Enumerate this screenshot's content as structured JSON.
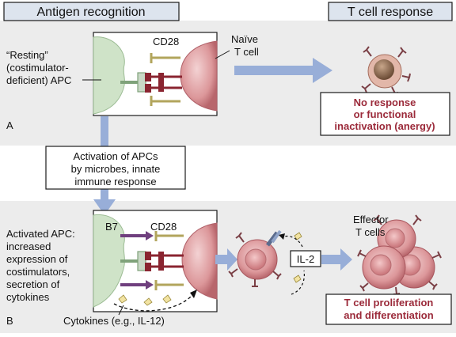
{
  "headers": {
    "left": "Antigen recognition",
    "right": "T cell response"
  },
  "panel_a": {
    "letter": "A",
    "apc_label": [
      "“Resting”",
      "(costimulator-",
      "deficient) APC"
    ],
    "cd28_label": "CD28",
    "tcell_label": [
      "Naïve",
      "T cell"
    ],
    "outcome": [
      "No response",
      "or functional",
      "inactivation (anergy)"
    ]
  },
  "activation_box": [
    "Activation of APCs",
    "by microbes, innate",
    "immune response"
  ],
  "panel_b": {
    "letter": "B",
    "b7_label": "B7",
    "cd28_label": "CD28",
    "apc_label": [
      "Activated APC:",
      "increased",
      "expression of",
      "costimulators,",
      "secretion of",
      "cytokines"
    ],
    "cytokines_label": "Cytokines (e.g., IL-12)",
    "il2_label": "IL-2",
    "effector_label": [
      "Effector",
      "T cells"
    ],
    "outcome": [
      "T cell proliferation",
      "and differentiation"
    ]
  },
  "colors": {
    "panel_bg": "#ececec",
    "header_bg": "#dde4ee",
    "apc_green": "#cfe3c8",
    "tcell_pink": "#d98e92",
    "outcome_red": "#9b2a3a",
    "arrow_blue": "#98aed8",
    "b7_purple": "#6f3f7e",
    "cd28_olive": "#b2a55c"
  }
}
